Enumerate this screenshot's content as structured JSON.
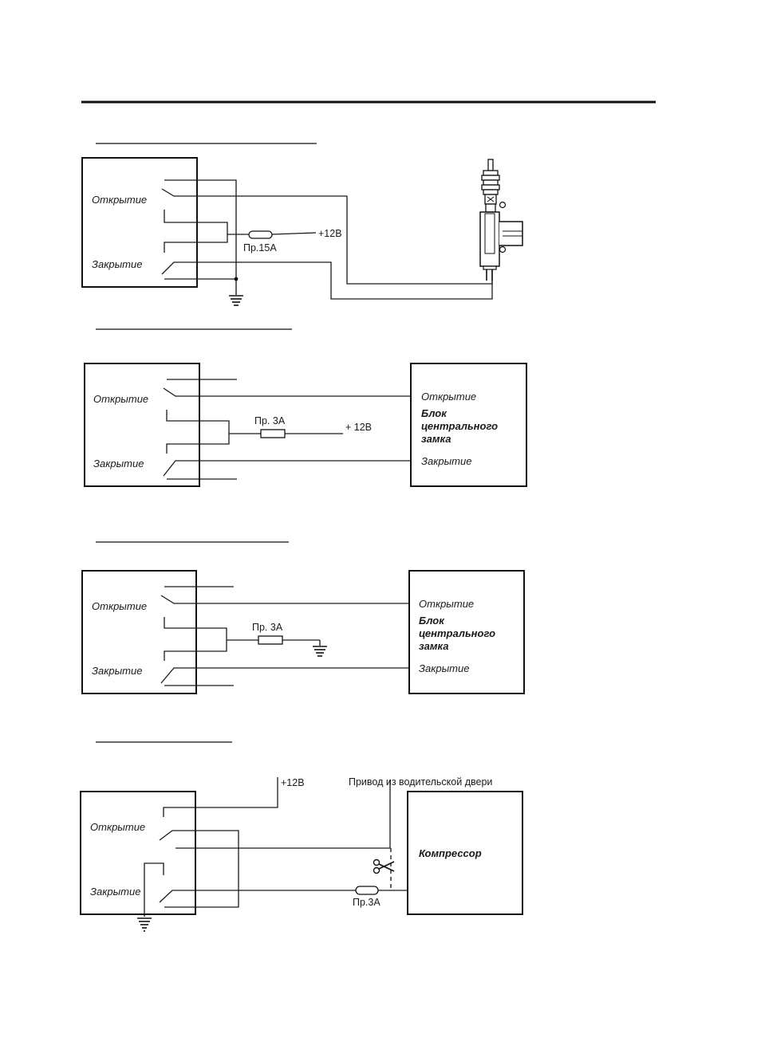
{
  "labels": {
    "open": "Открытие",
    "close": "Закрытие",
    "central_lock_line1": "Блок",
    "central_lock_line2": "центрального",
    "central_lock_line3": "замка",
    "compressor": "Компрессор",
    "plus12v": "+12В",
    "plus12v_spaced": "+ 12В",
    "fuse_15a": "Пр.15А",
    "fuse_3a_spaced": "Пр. 3А",
    "fuse_3a": "Пр.3А",
    "driver_door_actuator": "Привод из водительской двери"
  },
  "icons": [
    "ground-icon",
    "scissors-icon",
    "door-actuator-icon",
    "fuse-icon"
  ]
}
